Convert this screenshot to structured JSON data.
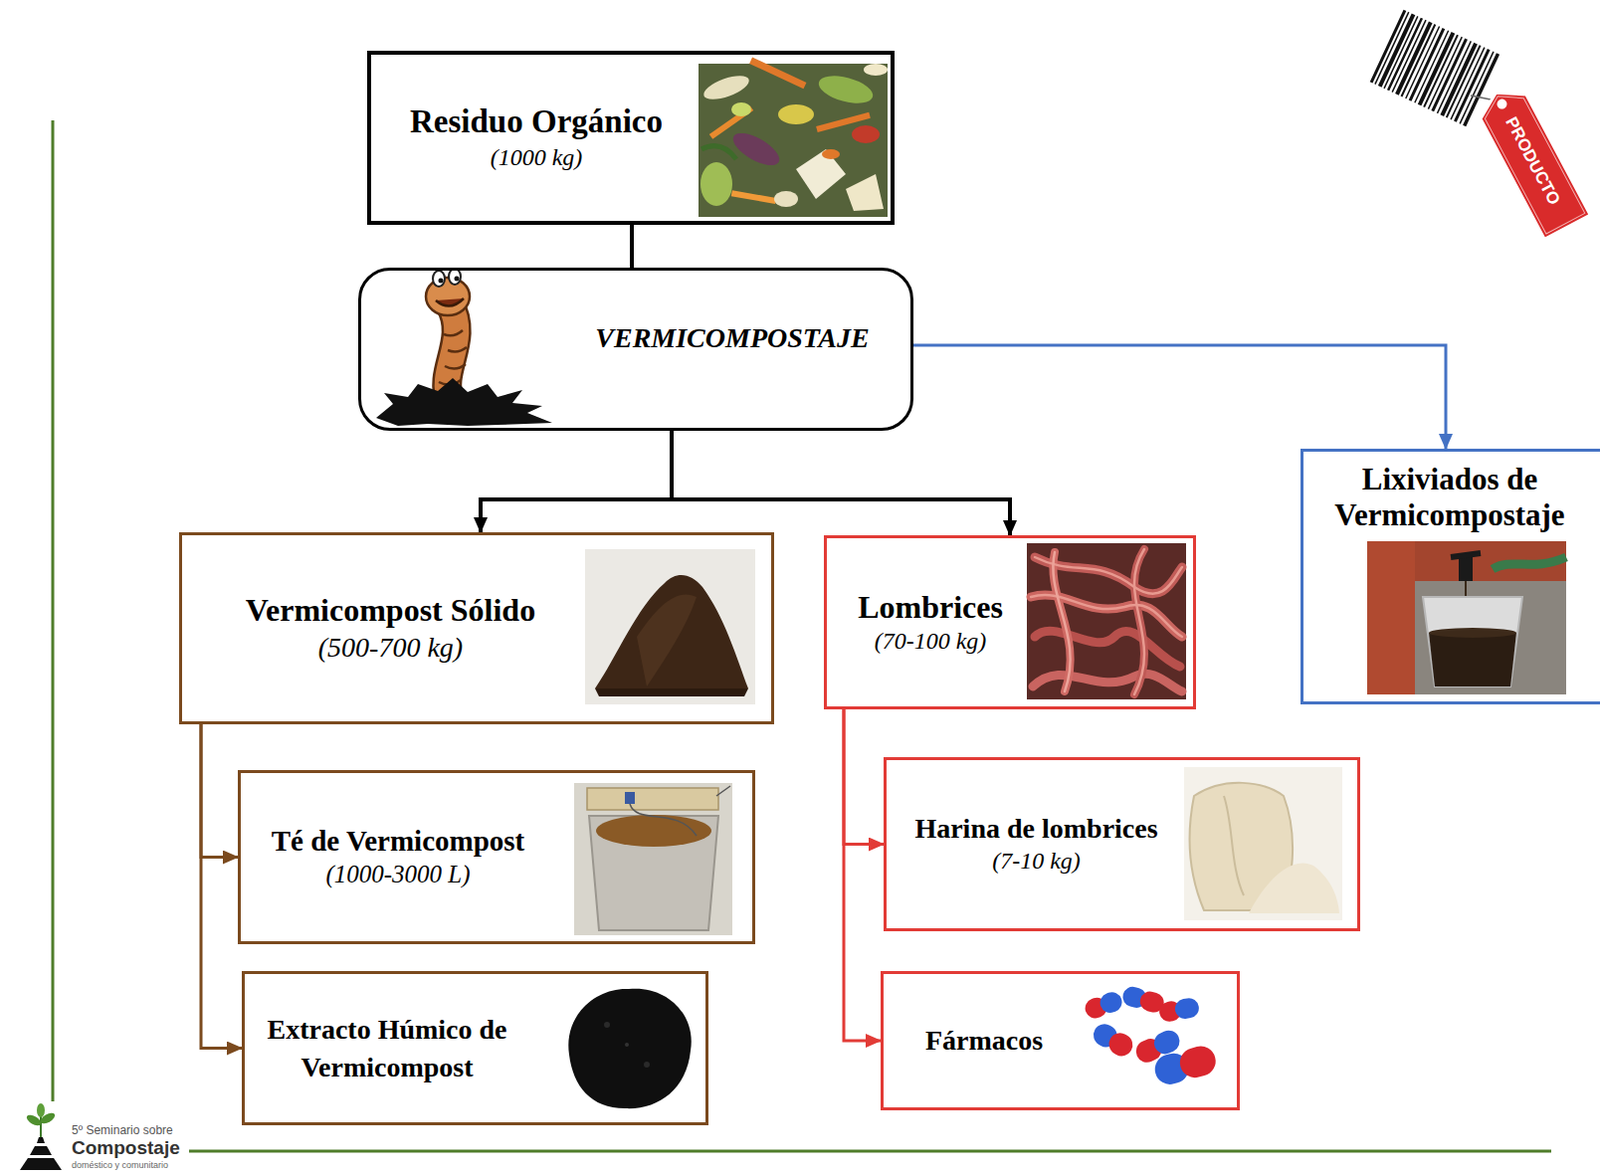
{
  "diagram": {
    "nodes": [
      {
        "text": [
          "Residuo Orgánico",
          "(1000 kg)"
        ]
      },
      {
        "text": [
          "VERMICOMPOSTAJE"
        ]
      },
      {
        "text": [
          "Vermicompost Sólido",
          "(500-700 kg)"
        ]
      },
      {
        "text": [
          "Lombrices",
          "(70-100 kg)"
        ]
      },
      {
        "text": [
          "Lixiviados de Vermicompostaje"
        ]
      },
      {
        "text": [
          "Té de Vermicompost",
          "(1000-3000 L)"
        ]
      },
      {
        "text": [
          "Extracto Húmico de Vermicompost"
        ]
      },
      {
        "text": [
          "Harina de lombrices",
          "(7-10 kg)"
        ]
      },
      {
        "text": [
          "Fármacos"
        ]
      }
    ],
    "edges": [
      {
        "from": 0,
        "to": 1,
        "arrow": "none"
      },
      {
        "from": 1,
        "to": 2,
        "arrow": "to"
      },
      {
        "from": 1,
        "to": 3,
        "arrow": "to"
      },
      {
        "from": 1,
        "to": 4,
        "arrow": "to"
      },
      {
        "from": 2,
        "to": 5,
        "arrow": "to"
      },
      {
        "from": 2,
        "to": 6,
        "arrow": "to"
      },
      {
        "from": 3,
        "to": 7,
        "arrow": "to"
      },
      {
        "from": 3,
        "to": 8,
        "arrow": "to"
      }
    ],
    "labels": [
      "PRODUCTO",
      "5º Seminario sobre",
      "Compostaje",
      "doméstico y comunitario"
    ]
  }
}
